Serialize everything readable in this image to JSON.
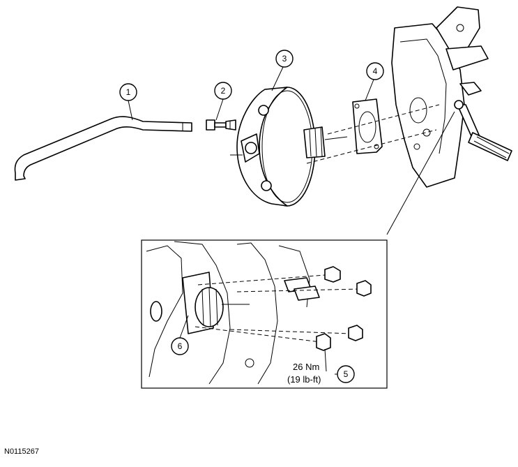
{
  "figure_id": "N0115267",
  "callouts": [
    {
      "number": "1"
    },
    {
      "number": "2"
    },
    {
      "number": "3"
    },
    {
      "number": "4"
    },
    {
      "number": "5"
    },
    {
      "number": "6"
    }
  ],
  "torque_spec": {
    "metric": "26 Nm",
    "imperial": "(19 lb-ft)"
  }
}
